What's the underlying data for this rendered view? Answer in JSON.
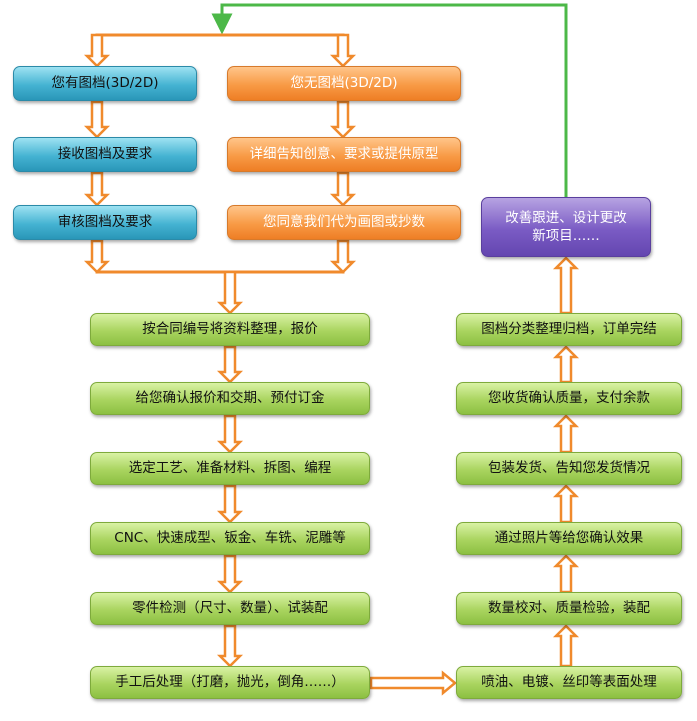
{
  "nodes": {
    "have_drawings": "您有图档(3D/2D)",
    "receive_drawings": "接收图档及要求",
    "review_drawings": "审核图档及要求",
    "no_drawings": "您无图档(3D/2D)",
    "describe_idea": "详细告知创意、要求或提供原型",
    "agree_drawing": "您同意我们代为画图或抄数",
    "contract_quote": "按合同编号将资料整理，报价",
    "confirm_quote": "给您确认报价和交期、预付订金",
    "select_process": "选定工艺、准备材料、拆图、编程",
    "cnc": "CNC、快速成型、钣金、车铣、泥雕等",
    "inspect_parts": "零件检测（尺寸、数量）、试装配",
    "manual_post": "手工后处理（打磨，抛光，倒角……）",
    "surface_treatment": "喷油、电镀、丝印等表面处理",
    "qty_check": "数量校对、质量检验，装配",
    "photo_confirm": "通过照片等给您确认效果",
    "pack_ship": "包装发货、告知您发货情况",
    "receive_pay": "您收货确认质量，支付余款",
    "archive": "图档分类整理归档，订单完结",
    "improve_line1": "改善跟进、设计更改",
    "improve_line2": "新项目……"
  },
  "colors": {
    "blue": "#45b3d2",
    "orange": "#f89a45",
    "green": "#a9d45f",
    "purple": "#7a5bc4",
    "arrow_orange": "#f08a2c",
    "loop_green": "#4cb848"
  }
}
